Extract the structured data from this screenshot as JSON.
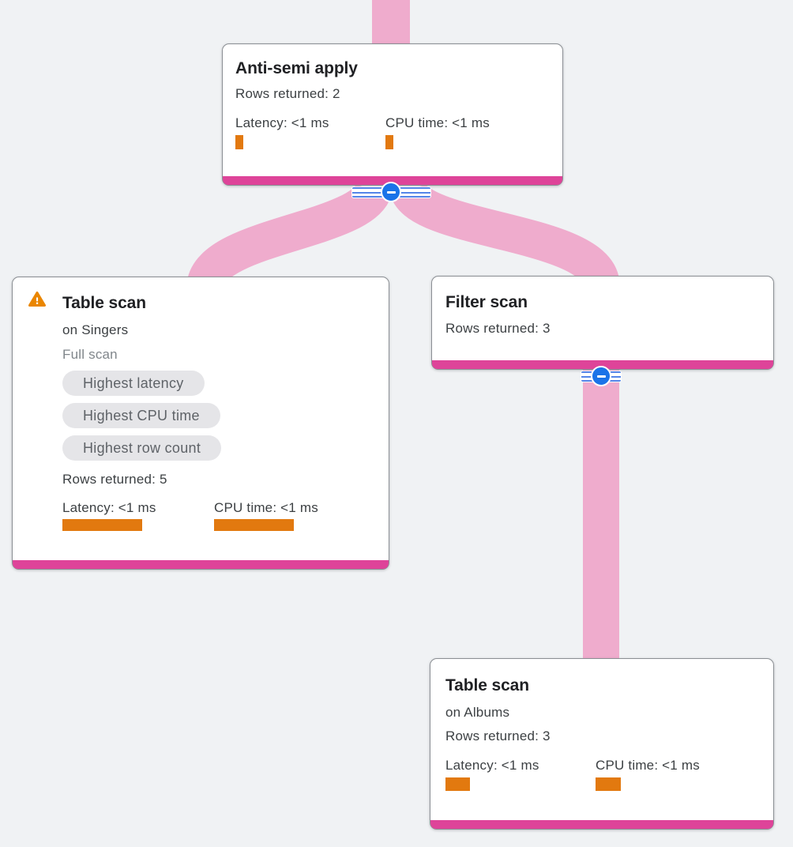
{
  "colors": {
    "background": "#f0f2f4",
    "edge_pink": "#efaccd",
    "node_footer_magenta": "#de4499",
    "metric_bar_orange": "#e2790f",
    "collapse_blue": "#1a73e8",
    "warning_orange": "#ea8600",
    "node_border_gray": "#8b8f94"
  },
  "nodes": [
    {
      "title": "Anti-semi apply",
      "rows_returned": "Rows returned: 2",
      "latency_label": "Latency: <1 ms",
      "cpu_label": "CPU time: <1 ms",
      "latency_bar_style": "width:10px;height:18px",
      "cpu_bar_style": "width:10px;height:18px"
    },
    {
      "title": "Table scan",
      "subtitle": "on Singers",
      "scan_type": "Full scan",
      "chips": [
        "Highest latency",
        "Highest CPU time",
        "Highest row count"
      ],
      "rows_returned": "Rows returned: 5",
      "latency_label": "Latency: <1 ms",
      "cpu_label": "CPU time: <1 ms",
      "latency_bar_style": "width:101px;height:15px",
      "cpu_bar_style": "width:101px;height:15px"
    },
    {
      "title": "Filter scan",
      "rows_returned": "Rows returned: 3"
    },
    {
      "title": "Table scan",
      "subtitle": "on Albums",
      "rows_returned": "Rows returned: 3",
      "latency_label": "Latency: <1 ms",
      "cpu_label": "CPU time: <1 ms",
      "latency_bar_style": "width:31px;height:17px",
      "cpu_bar_style": "width:32px;height:17px"
    }
  ]
}
